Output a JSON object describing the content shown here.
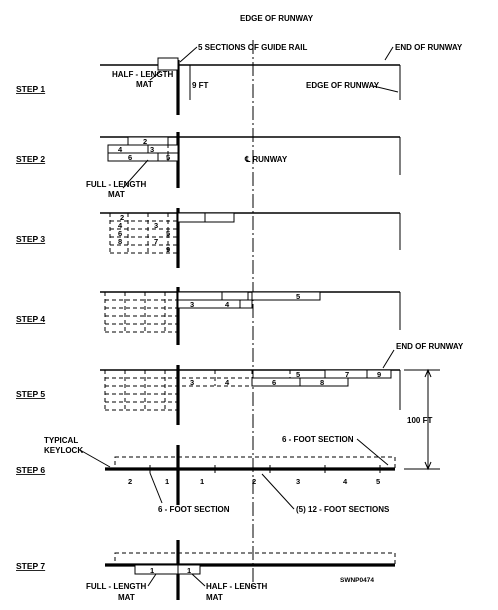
{
  "diagram": {
    "top_label": "EDGE OF RUNWAY",
    "steps": [
      "STEP 1",
      "STEP 2",
      "STEP 3",
      "STEP 4",
      "STEP 5",
      "STEP 6",
      "STEP 7"
    ],
    "callouts": {
      "guide_rail": "5 SECTIONS OF GUIDE RAIL",
      "end_of_runway_1": "END OF RUNWAY",
      "half_length_mat_1a": "HALF - LENGTH",
      "half_length_mat_1b": "MAT",
      "nine_ft": "9 FT",
      "edge_of_runway_2": "EDGE OF RUNWAY",
      "runway_centerline": "℄ RUNWAY",
      "full_length_mat_a": "FULL - LENGTH",
      "full_length_mat_b": "MAT",
      "end_of_runway_5": "END OF RUNWAY",
      "hundred_ft": "100 FT",
      "typical_keylock_a": "TYPICAL",
      "typical_keylock_b": "KEYLOCK",
      "six_foot_section_right": "6 - FOOT SECTION",
      "six_foot_section_bottom": "6 - FOOT SECTION",
      "twelve_foot_sections": "(5) 12 - FOOT SECTIONS",
      "step7_full_a": "FULL - LENGTH",
      "step7_full_b": "MAT",
      "step7_half_a": "HALF - LENGTH",
      "step7_half_b": "MAT",
      "drawing_id": "SWNP0474"
    },
    "mat_numbers": {
      "step2": [
        "2",
        "4",
        "3",
        "6",
        "5"
      ],
      "step3": [
        "2",
        "4",
        "3",
        "6",
        "5",
        "8",
        "7",
        "9"
      ],
      "step4": [
        "3",
        "4",
        "5"
      ],
      "step5": [
        "3",
        "4",
        "5",
        "6",
        "8",
        "7",
        "9"
      ],
      "step6": [
        "2",
        "1",
        "1",
        "2",
        "3",
        "4",
        "5"
      ],
      "step7": [
        "1",
        "1"
      ]
    }
  }
}
